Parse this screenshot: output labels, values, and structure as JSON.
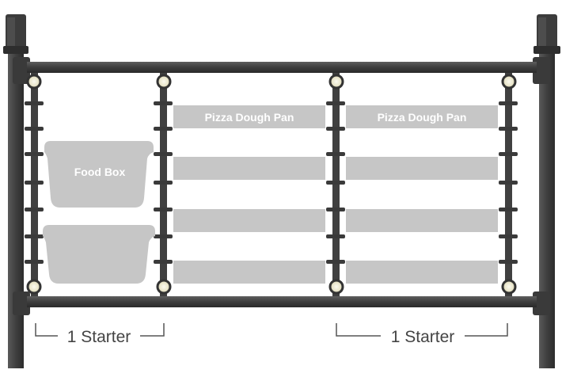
{
  "diagram": {
    "containers": {
      "food_box_top": "Food Box",
      "food_box_bottom": "",
      "pans_middle": [
        "Pizza Dough Pan",
        "",
        "",
        ""
      ],
      "pans_right": [
        "Pizza Dough Pan",
        "",
        "",
        ""
      ]
    },
    "brackets": {
      "left": "1 Starter",
      "right": "1 Starter"
    }
  },
  "colors": {
    "frame": "#4a4a4a",
    "frame_dark": "#2f2f2f",
    "container_fill": "#c6c6c6",
    "label_text": "#ffffff",
    "bracket": "#555555",
    "clip": "#e9e6cf"
  }
}
